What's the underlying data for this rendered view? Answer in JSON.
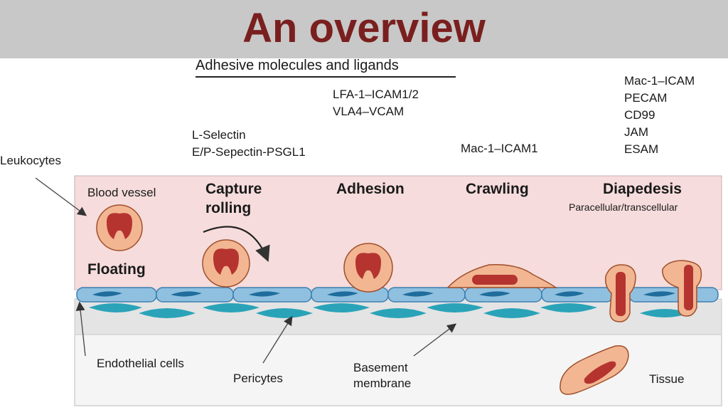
{
  "title": "An overview",
  "header": "Adhesive molecules and ligands",
  "molecules": {
    "capture": [
      "L-Selectin",
      "E/P-Sepectin-PSGL1"
    ],
    "adhesion": [
      "LFA-1–ICAM1/2",
      "VLA4–VCAM"
    ],
    "crawling": [
      "Mac-1–ICAM1"
    ],
    "diapedesis": [
      "Mac-1–ICAM",
      "PECAM",
      "CD99",
      "JAM",
      "ESAM"
    ]
  },
  "labels": {
    "leukocytes": "Leukocytes",
    "blood_vessel": "Blood vessel",
    "floating": "Floating",
    "endothelial": "Endothelial cells",
    "pericytes": "Pericytes",
    "basement_1": "Basement",
    "basement_2": "membrane",
    "tissue": "Tissue"
  },
  "stages": {
    "capture_1": "Capture",
    "capture_2": "rolling",
    "adhesion": "Adhesion",
    "crawling": "Crawling",
    "diapedesis": "Diapedesis",
    "diapedesis_sub": "Paracellular/transcellular"
  },
  "colors": {
    "title": "#7a1f1f",
    "vessel": "#f6dcdc",
    "cell_fill": "#f2b692",
    "nucleus": "#b5342f",
    "endothelium": "#8fc0e0",
    "pericyte": "#2aa3b8"
  }
}
